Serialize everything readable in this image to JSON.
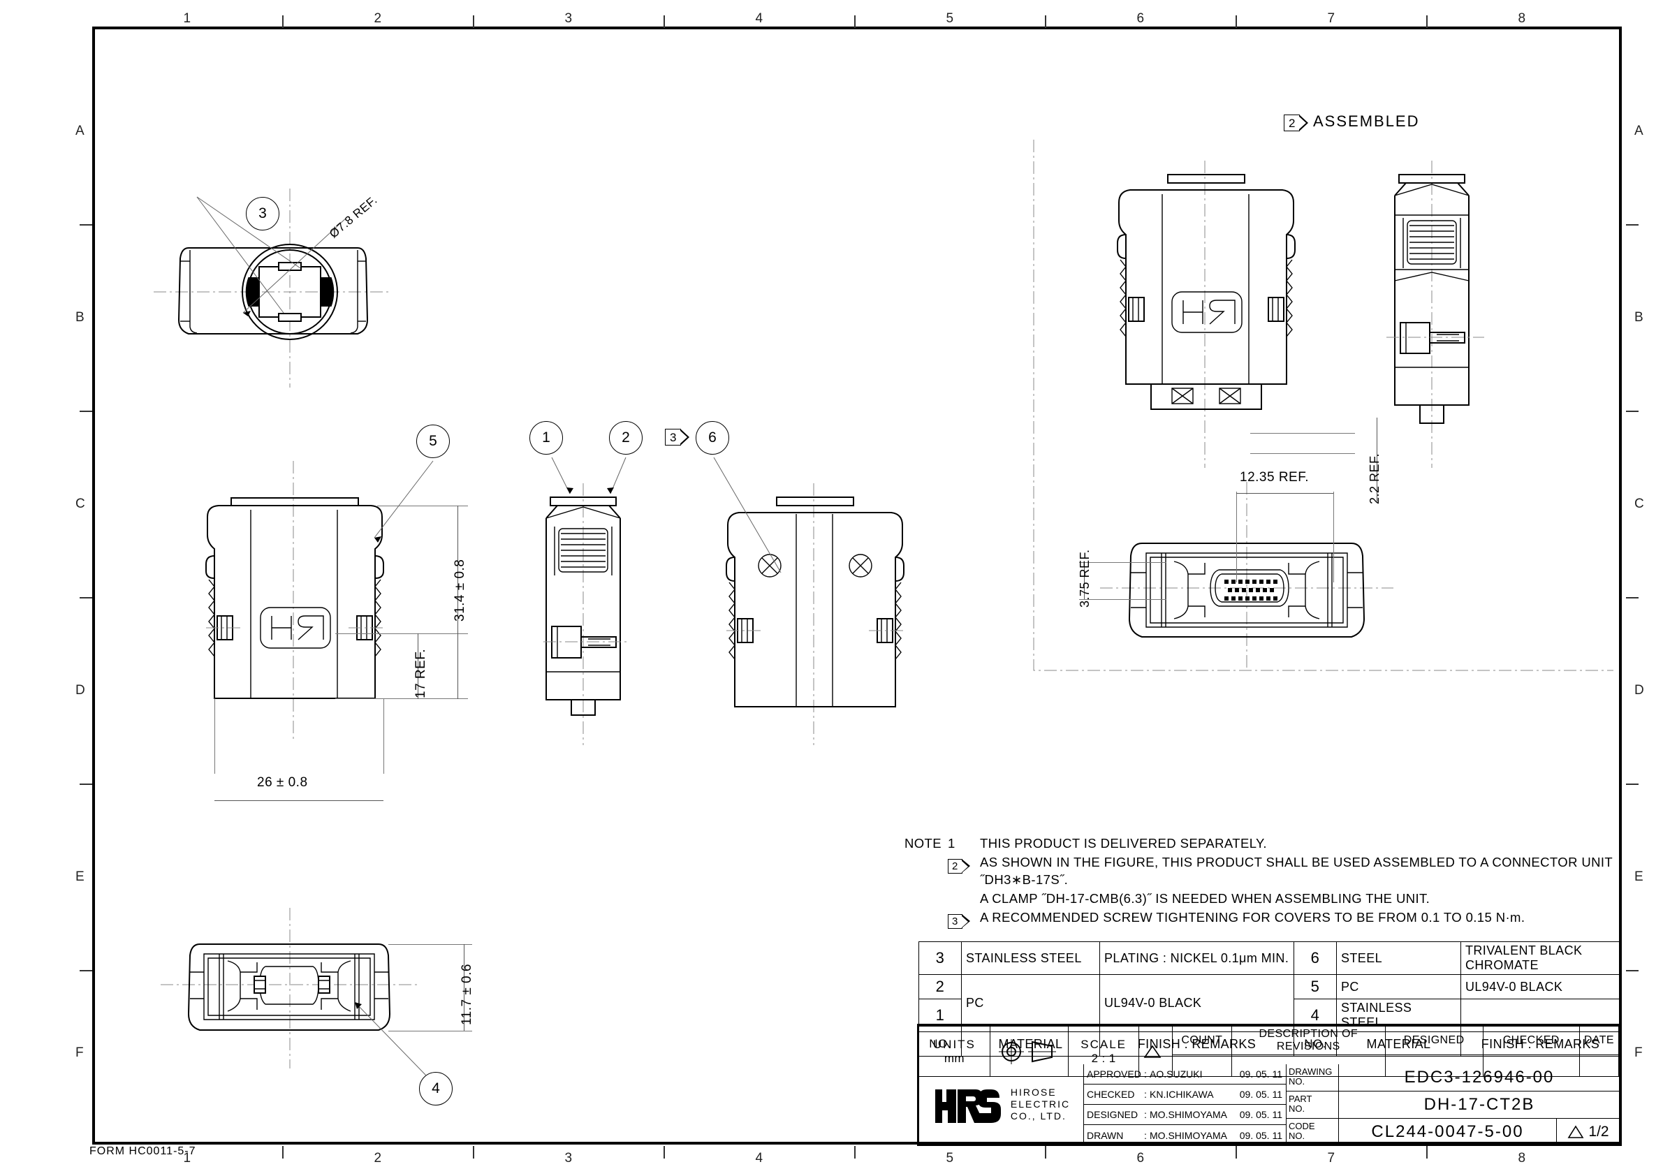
{
  "sheet": {
    "form_number": "FORM HC0011-5-7",
    "zone_columns": [
      "1",
      "2",
      "3",
      "4",
      "5",
      "6",
      "7",
      "8"
    ],
    "zone_rows": [
      "A",
      "B",
      "C",
      "D",
      "E",
      "F"
    ]
  },
  "views": {
    "assembled_label": "ASSEMBLED",
    "assembled_flag": "2",
    "balloons": [
      "1",
      "2",
      "3",
      "4",
      "5",
      "6"
    ],
    "note3_flag": "3"
  },
  "dimensions": {
    "bore_dia": "Ø7.8 REF.",
    "height_total": "31.4 ± 0.8",
    "height_ref": "17 REF.",
    "width_total": "26 ± 0.8",
    "bottom_height": "11.7 ± 0.6",
    "assembled_width": "12.35 REF.",
    "assembled_height": "3.75 REF.",
    "side_offset": "2.2 REF."
  },
  "notes": {
    "heading": "NOTE",
    "items": [
      {
        "num": "1",
        "flagged": false,
        "lines": [
          "THIS PRODUCT IS DELIVERED SEPARATELY."
        ]
      },
      {
        "num": "2",
        "flagged": true,
        "lines": [
          "AS SHOWN IN THE FIGURE, THIS PRODUCT SHALL BE USED ASSEMBLED TO A CONNECTOR UNIT ˝DH3∗B-17S˝.",
          "A CLAMP ˝DH-17-CMB(6.3)˝ IS NEEDED WHEN ASSEMBLING THE UNIT."
        ]
      },
      {
        "num": "3",
        "flagged": true,
        "lines": [
          "A RECOMMENDED SCREW TIGHTENING FOR COVERS TO BE FROM 0.1 TO 0.15 N·m."
        ]
      }
    ]
  },
  "material_table": {
    "headers": {
      "no": "NO.",
      "material": "MATERIAL",
      "finish": "FINISH . REMARKS"
    },
    "left_rows": [
      {
        "no": "3",
        "material": "STAINLESS STEEL",
        "finish": "PLATING : NICKEL 0.1μm MIN."
      },
      {
        "no": "2",
        "material": "PC",
        "finish": "UL94V-0 BLACK"
      },
      {
        "no": "1",
        "material": "",
        "finish": ""
      }
    ],
    "right_rows": [
      {
        "no": "6",
        "material": "STEEL",
        "finish": "TRIVALENT BLACK CHROMATE"
      },
      {
        "no": "5",
        "material": "PC",
        "finish": "UL94V-0 BLACK"
      },
      {
        "no": "4",
        "material": "STAINLESS STEEL",
        "finish": ""
      }
    ]
  },
  "title_block": {
    "units_label": "UNITS",
    "units_value": "mm",
    "scale_label": "SCALE",
    "scale_value": "2 : 1",
    "count_label": "COUNT",
    "revisions_label": "DESCRIPTION OF REVISIONS",
    "designed_label": "DESIGNED",
    "checked_label": "CHECKED",
    "date_label": "DATE",
    "rev_mark": "△",
    "company": {
      "logo": "HRS",
      "line1": "HIROSE",
      "line2": "ELECTRIC",
      "line3": "CO., LTD."
    },
    "signatures": [
      {
        "role": "APPROVED",
        "sep": ":",
        "name": "AO.SUZUKI",
        "date": "09. 05. 11"
      },
      {
        "role": "CHECKED",
        "sep": ":",
        "name": "KN.ICHIKAWA",
        "date": "09. 05. 11"
      },
      {
        "role": "DESIGNED",
        "sep": ":",
        "name": "MO.SHIMOYAMA",
        "date": "09. 05. 11"
      },
      {
        "role": "DRAWN",
        "sep": ":",
        "name": "MO.SHIMOYAMA",
        "date": "09. 05. 11"
      }
    ],
    "drawing_no_label": "DRAWING\nNO.",
    "drawing_no_l1": "DRAWING",
    "drawing_no_l2": "NO.",
    "drawing_no_value": "EDC3-126946-00",
    "part_no_l1": "PART",
    "part_no_l2": "NO.",
    "part_no_value": "DH-17-CT2B",
    "code_no_l1": "CODE",
    "code_no_l2": "NO.",
    "code_no_value": "CL244-0047-5-00",
    "page": "1/2",
    "page_num": "1",
    "page_den": "2"
  }
}
